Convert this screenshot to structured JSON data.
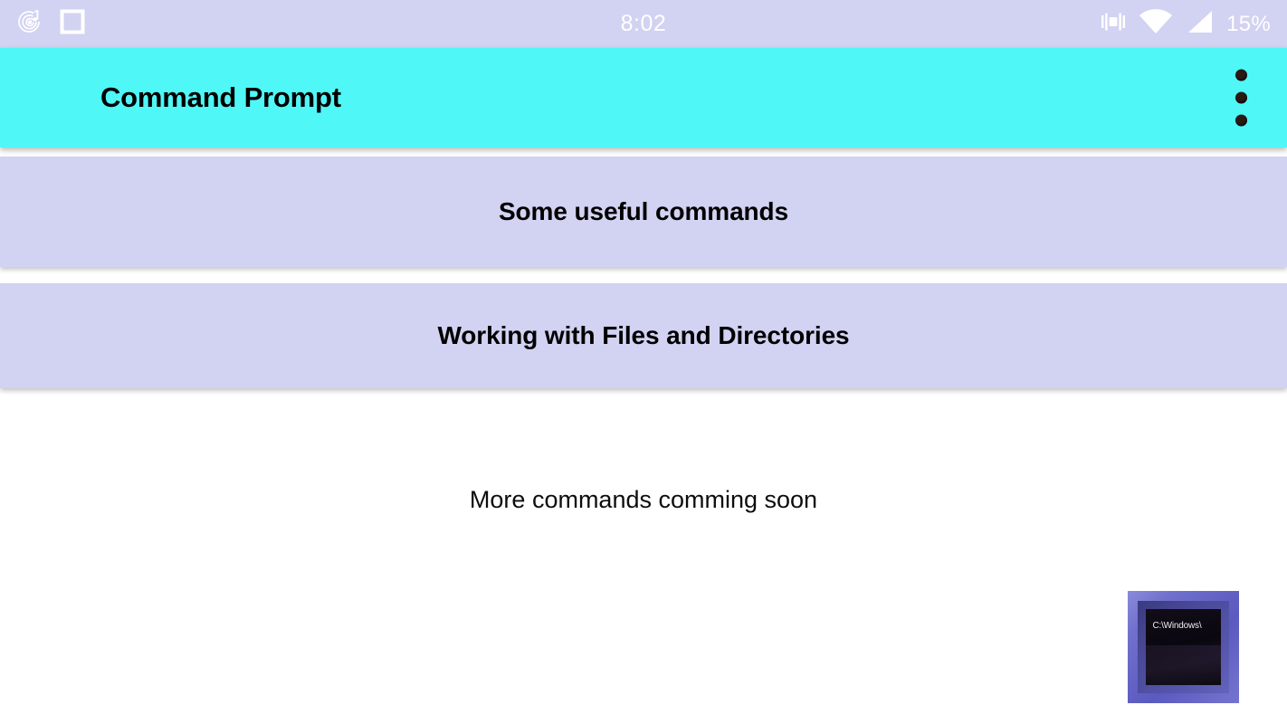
{
  "status_bar": {
    "time": "8:02",
    "battery": "15%",
    "left_icons": [
      {
        "name": "music-note-icon",
        "label": "music player notification"
      },
      {
        "name": "square-outline-icon",
        "label": "app notification"
      }
    ],
    "right_icons": [
      {
        "name": "vibrate-icon",
        "label": "vibrate mode"
      },
      {
        "name": "wifi-icon",
        "label": "wifi signal"
      },
      {
        "name": "cellular-signal-icon",
        "label": "cellular signal"
      }
    ],
    "background_color": "#d2d2f2",
    "text_color": "#ffffff"
  },
  "app_bar": {
    "title": "Command Prompt",
    "background_color": "#4ff7f7",
    "title_color": "#000000",
    "overflow_menu": {
      "name": "overflow-menu-icon",
      "dots": 3,
      "color": "#2b1a14"
    }
  },
  "main": {
    "cards": [
      {
        "label": "Some useful commands",
        "name": "list-item-useful-commands"
      },
      {
        "label": "Working with Files and Directories",
        "name": "list-item-files-and-directories"
      }
    ],
    "card_background_color": "#d2d2f2",
    "footer_note": "More commands comming soon"
  },
  "cmd_icon": {
    "screen_text": "C:\\Windows\\",
    "frame_color": "#6f6fcc",
    "screen_color": "#0a0710",
    "text_color": "#f2f2f2",
    "name": "command-prompt-app-icon"
  }
}
